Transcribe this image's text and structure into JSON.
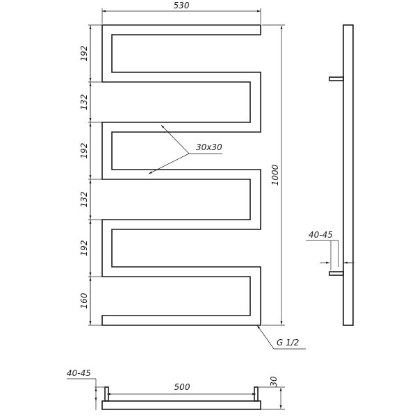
{
  "dimensions": {
    "overall_width": "530",
    "overall_height": "1000",
    "tube_section": "30x30",
    "thread": "G 1/2",
    "side_offset": "40-45",
    "bottom_offset": "40-45",
    "bottom_span": "500",
    "bottom_height": "30",
    "segments": [
      "192",
      "132",
      "192",
      "132",
      "192",
      "160"
    ]
  }
}
